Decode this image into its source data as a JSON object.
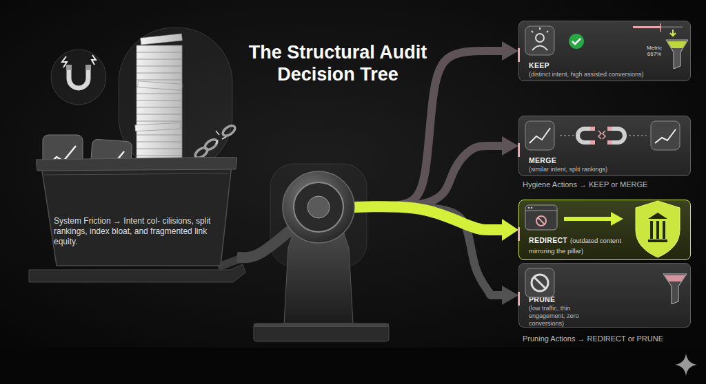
{
  "diagram": {
    "title": "The Structural Audit Decision Tree",
    "nodes": [
      {
        "text": [
          "System Friction → Intent col- cilisions, split rankings, index bloat, and fragmented link equity."
        ]
      },
      {
        "text": [
          "KEEP",
          "(distinct intent, high assisted conversions)",
          "Metric 667%"
        ]
      },
      {
        "text": [
          "MERGE",
          "(similar intent, split rankings)"
        ]
      },
      {
        "text": [
          "REDIRECT",
          "(outdated content mirroring the pillar)"
        ]
      },
      {
        "text": [
          "PRUNE",
          "(low traffic, thin engagement, zero conversions)"
        ]
      }
    ],
    "edges": [
      {
        "from": 0,
        "to": 1,
        "arrow": "to"
      },
      {
        "from": 0,
        "to": 2,
        "arrow": "to"
      },
      {
        "from": 0,
        "to": 3,
        "arrow": "to"
      },
      {
        "from": 0,
        "to": 4,
        "arrow": "to"
      }
    ],
    "labels": [
      "Hygiene Actions → KEEP or MERGE",
      "Pruning Actions → REDIRECT or PRUNE"
    ]
  }
}
